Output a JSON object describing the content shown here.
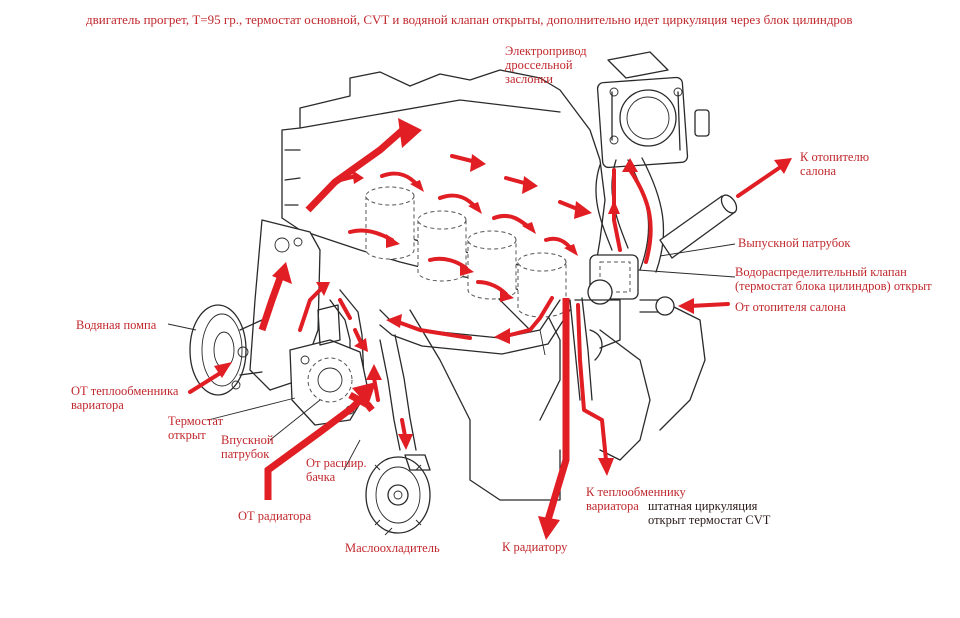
{
  "title": "двигатель прогрет, Т=95 гр., термостат основной, CVT и водяной клапан открыты, дополнительно идет циркуляция через блок цилиндров",
  "labels": {
    "throttle": "Электропривод\nдроссельной\nзаслонки",
    "to_heater": "К отопителю\nсалона",
    "outlet_pipe": "Выпускной патрубок",
    "water_valve": "Водораспределительный клапан\n(термостат блока цилиндров) открыт",
    "from_heater": "От отопителя салона",
    "water_pump": "Водяная помпа",
    "from_cvt_heat_exchanger": "ОТ теплообменника\nвариатора",
    "thermostat": "Термостат\nоткрыт",
    "inlet_pipe": "Впускной\nпатрубок",
    "from_expansion_tank": "От расшир.\nбачка",
    "from_radiator": "ОТ радиатора",
    "oil_cooler": "Маслоохладитель",
    "to_radiator": "К радиатору",
    "to_cvt_heat_exchanger": "К теплообменнику\nвариатора",
    "cvt_circulation": "штатная циркуляция\nоткрыт термостат CVT"
  },
  "colors": {
    "flow": "#e01e24",
    "label": "#c0282d",
    "line": "#2a2a2a"
  }
}
